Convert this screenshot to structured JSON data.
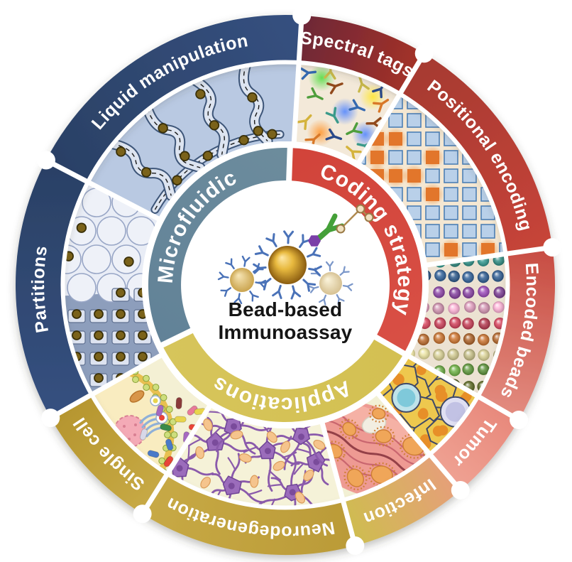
{
  "figure": {
    "center": {
      "title_line1": "Bead-based",
      "title_line2": "Immunoassay",
      "title_color": "#151515",
      "bead_main": [
        "#ffe9a8",
        "#e8b93e",
        "#8a5c10"
      ],
      "bead_left": [
        "#f8e7b8",
        "#caa44e"
      ],
      "bead_right": [
        "#fcf5dd",
        "#d6c192"
      ],
      "antibody_color": "#4a72b8",
      "antibody_light": "#7b97c9",
      "detect_antibody_color": "#44a038",
      "tag_hexagon_color": "#7a3fa8",
      "linker_color": "#b08a50",
      "linker_bead_fill": "#f0e0c0",
      "linker_bead_edge": "#9a7a46"
    },
    "inner_segments": [
      {
        "id": "microfluidic",
        "label": "Microfluidic",
        "start": 154,
        "end": 272,
        "color_start": "#5d7e95",
        "color_end": "#71909f"
      },
      {
        "id": "coding-strategy",
        "label": "Coding strategy",
        "start": 272,
        "end": 390,
        "color_start": "#ce3e35",
        "color_end": "#dc554a"
      },
      {
        "id": "applications",
        "label": "Applications",
        "start": 30,
        "end": 154,
        "color_start": "#d2be4e",
        "color_end": "#d8c75f"
      }
    ],
    "outer_segments": [
      {
        "id": "liquid-manipulation",
        "label": "Liquid manipulation",
        "start": -152.5,
        "end": -86.5,
        "color_start": "#2b4166",
        "color_end": "#35507f",
        "panel": "channels"
      },
      {
        "id": "spectral-tags",
        "label": "Spectral tags",
        "start": -86.5,
        "end": -59,
        "color_start": "#6e2837",
        "color_end": "#a33128",
        "panel": "antibodies"
      },
      {
        "id": "positional-encoding",
        "label": "Positional encoding",
        "start": -59,
        "end": -8,
        "color_start": "#a73a31",
        "color_end": "#c64439",
        "panel": "grid"
      },
      {
        "id": "encoded-beads",
        "label": "Encoded beads",
        "start": -8,
        "end": 30,
        "color_start": "#c84e44",
        "color_end": "#e28a7e",
        "panel": "beads"
      },
      {
        "id": "tumor",
        "label": "Tumor",
        "start": 30,
        "end": 49.5,
        "color_start": "#e8897c",
        "color_end": "#efa192",
        "panel": "tumor"
      },
      {
        "id": "infection",
        "label": "Infection",
        "start": 49.5,
        "end": 75,
        "color_start": "#e5a078",
        "color_end": "#cfbc50",
        "panel": "infection"
      },
      {
        "id": "neurodegeneration",
        "label": "Neurodegeneration",
        "start": 75,
        "end": 122,
        "color_start": "#bb9b38",
        "color_end": "#c7a945",
        "panel": "neurons"
      },
      {
        "id": "single-cell",
        "label": "Single cell",
        "start": 122,
        "end": 150.5,
        "color_start": "#c7a945",
        "color_end": "#b6962f",
        "panel": "cell"
      },
      {
        "id": "partitions",
        "label": "Partitions",
        "start": 150.5,
        "end": 207.5,
        "color_start": "#35507f",
        "color_end": "#2b4166",
        "panel": "partitions"
      }
    ],
    "panel_art": {
      "channels": {
        "bg": "#b9c9e2",
        "channel_fill": "#dde4f0",
        "channel_edge": "#3d5578",
        "dash": "#1a1a1a",
        "bead": "#7a621a",
        "bead_edge": "#3a3008"
      },
      "partitions": {
        "bg": "#e9edf6",
        "droplet": "#eef1f8",
        "droplet_edge": "#98a6c6",
        "wells_bg": "#8d9ebc",
        "well": "#dde3f0",
        "well_edge": "#5f7090",
        "bead": "#7a621a",
        "bead_edge": "#3a3008"
      },
      "antibodies": {
        "bg": "#f3e9d9",
        "colors": [
          "#3468b0",
          "#4f9e3c",
          "#d4b33c",
          "#d87828",
          "#91491c",
          "#3a9a8a",
          "#2a4a8a",
          "#c8b84a"
        ],
        "glows": [
          "#55dd44",
          "#5588ff",
          "#ffe633",
          "#ff9933"
        ]
      },
      "grid": {
        "bg": "#f4e7d2",
        "square": "#b9d0e9",
        "square_edge": "#4d7fb5",
        "accent": "#e2762b",
        "glow": "#f0984a"
      },
      "beads": {
        "bg": "#ece2d2",
        "rows": [
          "#b0bcc4",
          "#31998f",
          "#2e5e96",
          "#8c42a8",
          "#e9a2c4",
          "#c23a52",
          "#bf6b2a",
          "#d9d193",
          "#63a23c",
          "#55601f"
        ]
      },
      "tumor": {
        "bg": "#e9c347",
        "cell": "#eec84e",
        "cell_edge": "#3f4968",
        "dot": "#e78f28",
        "cell_blue_outer": "#bfe3ea",
        "cell_blue_inner": "#7fc9da",
        "cell_lav_outer": "#dfdff2",
        "cell_lav_inner": "#c2c2e4"
      },
      "infection": {
        "bg": "#f2f0d4",
        "tissue": "#ee9a93",
        "tissue_hi": "#f6b5a8",
        "fold": "#c4606c",
        "fold_dark": "#8a3640",
        "egg": "#f2eee2",
        "egg_edge": "#d6cfc0",
        "virus": "#f0a659",
        "virus_edge": "#cf7f35"
      },
      "neurons": {
        "bg": "#f5f2d8",
        "body": "#9b6cbb",
        "body_edge": "#6f4496",
        "dendrite": "#8a5aab",
        "soma": "#7a4b9b",
        "plaque": "#f5c48d",
        "plaque_edge": "#db9c5a"
      },
      "cell": {
        "bg": "#f4f0d4",
        "cytoplasm": "#f9ecc0",
        "membrane": "#e8c050",
        "membrane_dot": "#cede7c",
        "membrane_dot_edge": "#8aa23a",
        "nucleus": "#f4aab6",
        "nucleus_edge": "#d87f92",
        "er": "#8fb0d8",
        "mito": "#d8954a",
        "mito_edge": "#b8742a",
        "vesicle_edge": "#9ab0cc",
        "molecules": [
          "#e84438",
          "#4a7ac8",
          "#a569c0",
          "#e8d44c",
          "#8a3a3a",
          "#e87a9a",
          "#3a8a4a",
          "#d8d8e8"
        ]
      }
    }
  }
}
